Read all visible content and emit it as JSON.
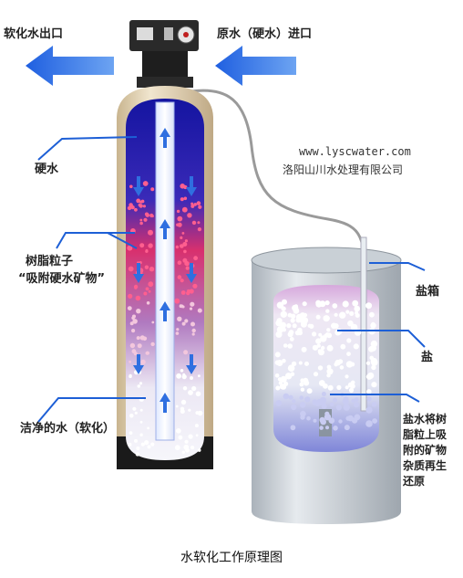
{
  "labels": {
    "softened_outlet": "软化水出口",
    "raw_inlet": "原水（硬水）进口",
    "hard_water": "硬水",
    "resin_line1": "树脂粒子",
    "resin_line2": "“吸附硬水矿物”",
    "clean_water": "洁净的水（软化）",
    "brine_tank": "盐箱",
    "salt": "盐",
    "regen_line1": "盐水将树",
    "regen_line2": "脂粒上吸",
    "regen_line3": "附的矿物",
    "regen_line4": "杂质再生",
    "regen_line5": "还原"
  },
  "watermark": {
    "url": "www.lyscwater.com",
    "company": "洛阳山川水处理有限公司"
  },
  "caption": "水软化工作原理图",
  "colors": {
    "arrow_blue": "#2f6fe0",
    "leader_blue": "#1d5fd6",
    "tank_shell": "#d9c9a8",
    "resin_top": "#1a1aa8",
    "resin_mid": "#c81a5a",
    "brine_body": "#cfd5dc"
  }
}
